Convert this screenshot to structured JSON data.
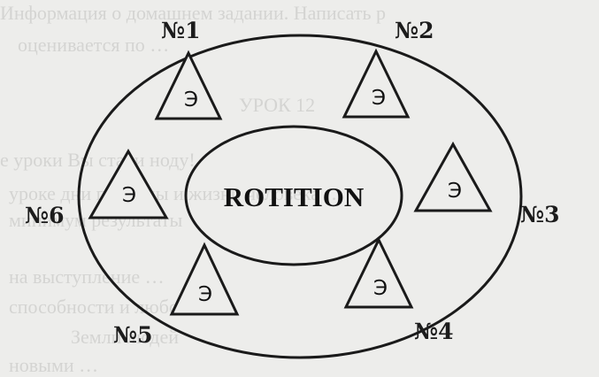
{
  "diagram": {
    "center_label": "ROTITION",
    "node_letter": "Э",
    "nodes": [
      {
        "id": "n1",
        "label": "№1"
      },
      {
        "id": "n2",
        "label": "№2"
      },
      {
        "id": "n3",
        "label": "№3"
      },
      {
        "id": "n4",
        "label": "№4"
      },
      {
        "id": "n5",
        "label": "№5"
      },
      {
        "id": "n6",
        "label": "№6"
      }
    ]
  },
  "background_text": {
    "line1": "Информация о домашнем задании. Написать р",
    "line2": "оценивается по …",
    "line3": "УРОК 12",
    "line4": "е уроки Вы стали ноду!",
    "line5": "уроке дни природы и жизни человека …",
    "line6": "минимум результаты",
    "line7": "на выступление …",
    "line8": "способности и любови …",
    "line9": "Земли людей",
    "line10": "новыми …"
  },
  "colors": {
    "stroke": "#1a1a1a",
    "paper": "#ededeb",
    "ghost_text": "#d4d4d2"
  }
}
